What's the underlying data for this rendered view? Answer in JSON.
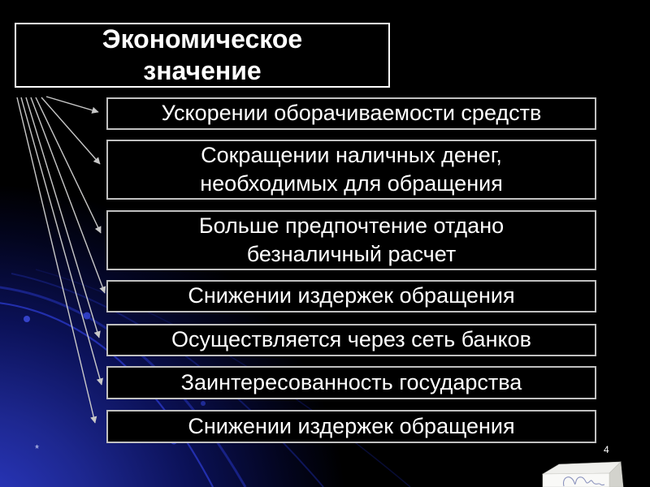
{
  "slide": {
    "title": "Экономическое\nзначение",
    "page_number": "4",
    "footnote_marker": "*"
  },
  "boxes": [
    {
      "text": "Ускорении оборачиваемости средств"
    },
    {
      "text": "Сокращении наличных денег,\nнеобходимых для обращения"
    },
    {
      "text": "Больше предпочтение отдано\nбезналичный расчет"
    },
    {
      "text": "Снижении издержек обращения"
    },
    {
      "text": "Осуществляется через сеть банков"
    },
    {
      "text": "Заинтересованность государства"
    },
    {
      "text": "Снижении издержек обращения"
    }
  ],
  "icons": {
    "bottom_right": "3d-box-icon"
  },
  "colors": {
    "background": "#000000",
    "corner_glow": "#2c3ac8",
    "arc_blue": "#2633b8",
    "box_fill": "#000000",
    "box_border": "#c0c0c0",
    "title_border": "#ffffff",
    "text": "#ffffff",
    "arrow": "#c8c8c8"
  }
}
